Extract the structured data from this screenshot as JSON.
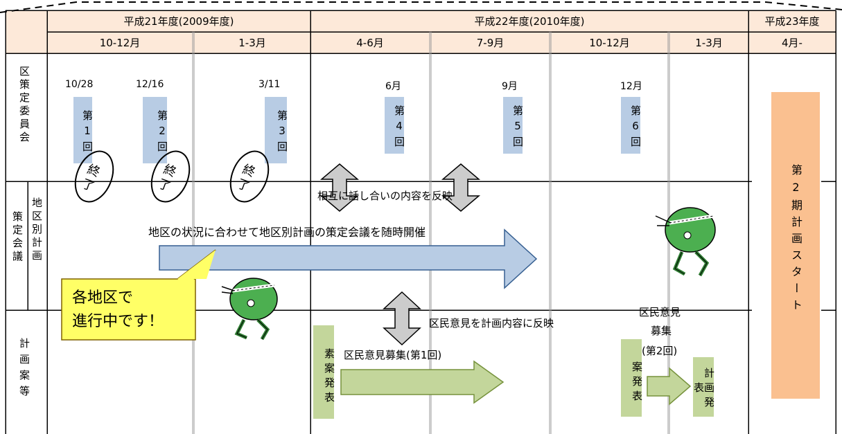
{
  "colors": {
    "header_bg": "#fde9d9",
    "meeting_box": "#b8cce4",
    "draft_box": "#c3d69b",
    "start_box": "#fac090",
    "callout": "#ffff66",
    "arrow_blue": "#b8cce4",
    "arrow_green": "#c3d69b"
  },
  "header": {
    "fy2009": "平成21年度(2009年度)",
    "fy2010": "平成22年度(2010年度)",
    "fy2011": "平成23年度",
    "periods": [
      "10-12月",
      "1-3月",
      "4-6月",
      "7-9月",
      "10-12月",
      "1-3月",
      "4月-"
    ]
  },
  "rows": {
    "committee": "区策定委員会",
    "district_a": "策定会議",
    "district_b": "地区別計画",
    "plan": "計画案等"
  },
  "meetings": [
    {
      "date": "10/28",
      "label": "第1回",
      "done": "終了"
    },
    {
      "date": "12/16",
      "label": "第2回",
      "done": "終了"
    },
    {
      "date": "3/11",
      "label": "第3回",
      "done": "終了"
    },
    {
      "date": "6月",
      "label": "第4回"
    },
    {
      "date": "9月",
      "label": "第5回"
    },
    {
      "date": "12月",
      "label": "第6回"
    }
  ],
  "texts": {
    "mutual": "相互に話し合いの内容を反映",
    "district_meetings": "地区の状況に合わせて地区別計画の策定会議を随時開催",
    "callout_line1": "各地区で",
    "callout_line2": "進行中です！",
    "reflect": "区民意見を計画内容に反映",
    "draft": "素案発表",
    "opinion1": "区民意見募集(第1回)",
    "opinion2_l1": "区民意見",
    "opinion2_l2": "募集",
    "opinion2_l3": "(第2回)",
    "plan_draft": "案発表",
    "plan_publish": "計画発表",
    "start": "第2期計画スタート"
  },
  "icons": [
    "mascot-runner-icon",
    "up-down-arrow-icon",
    "right-arrow-icon",
    "stamp-circle-icon"
  ]
}
